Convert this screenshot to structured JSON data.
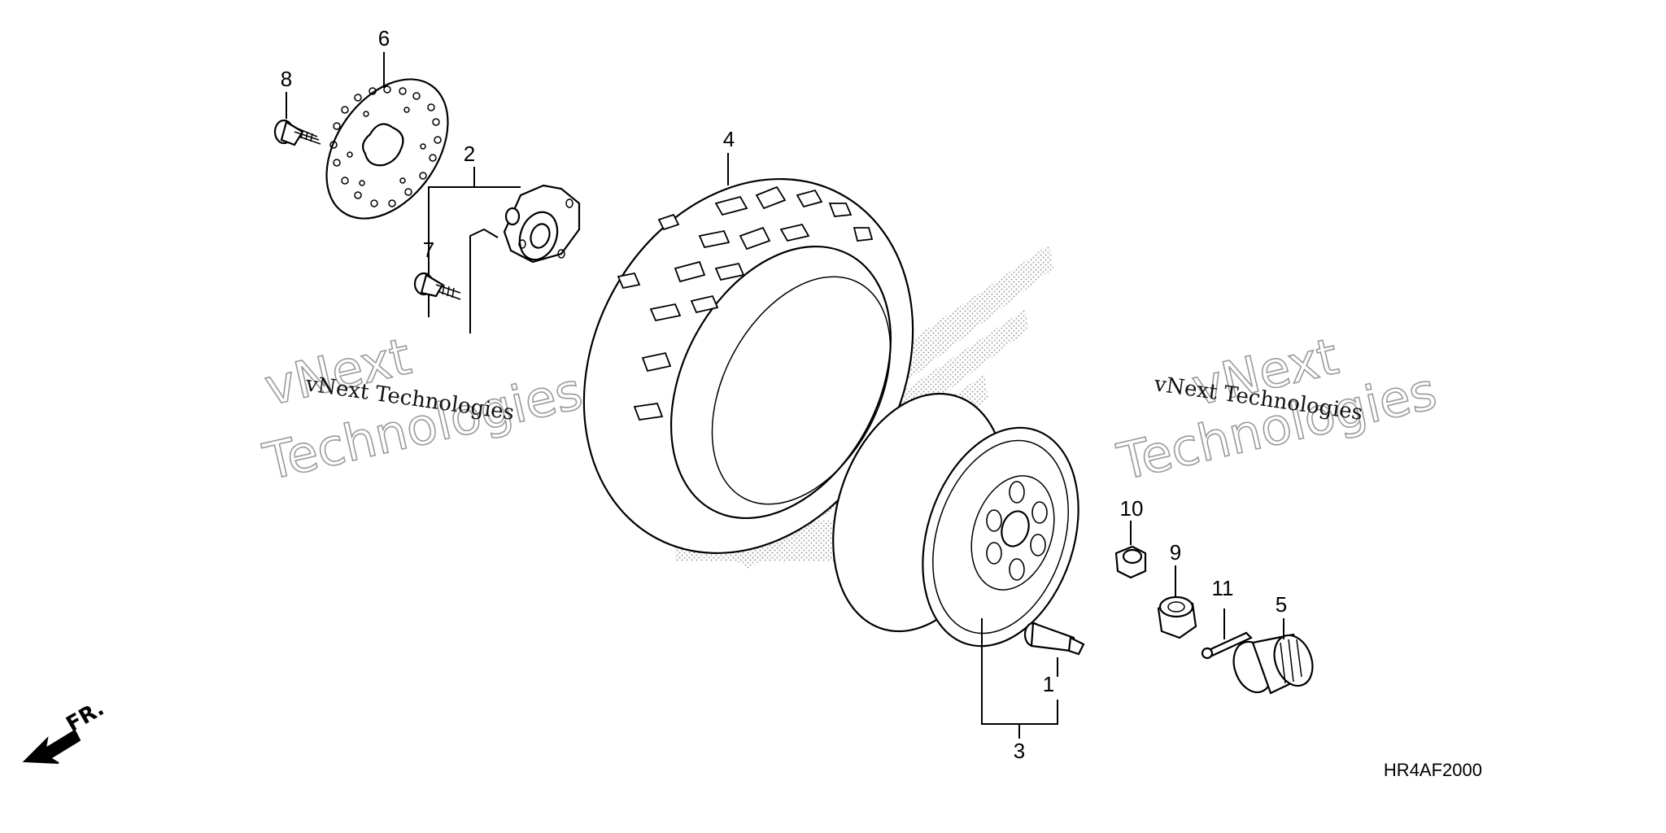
{
  "diagram": {
    "code": "HR4AF2000",
    "front_marker": "FR.",
    "watermark": {
      "small": "vNext Technologies",
      "big_line1": "vNext",
      "big_line2": "Technologies"
    },
    "callouts": {
      "c1": "1",
      "c2": "2",
      "c3": "3",
      "c4": "4",
      "c5": "5",
      "c6": "6",
      "c7": "7",
      "c8": "8",
      "c9": "9",
      "c10": "10",
      "c11": "11"
    }
  }
}
